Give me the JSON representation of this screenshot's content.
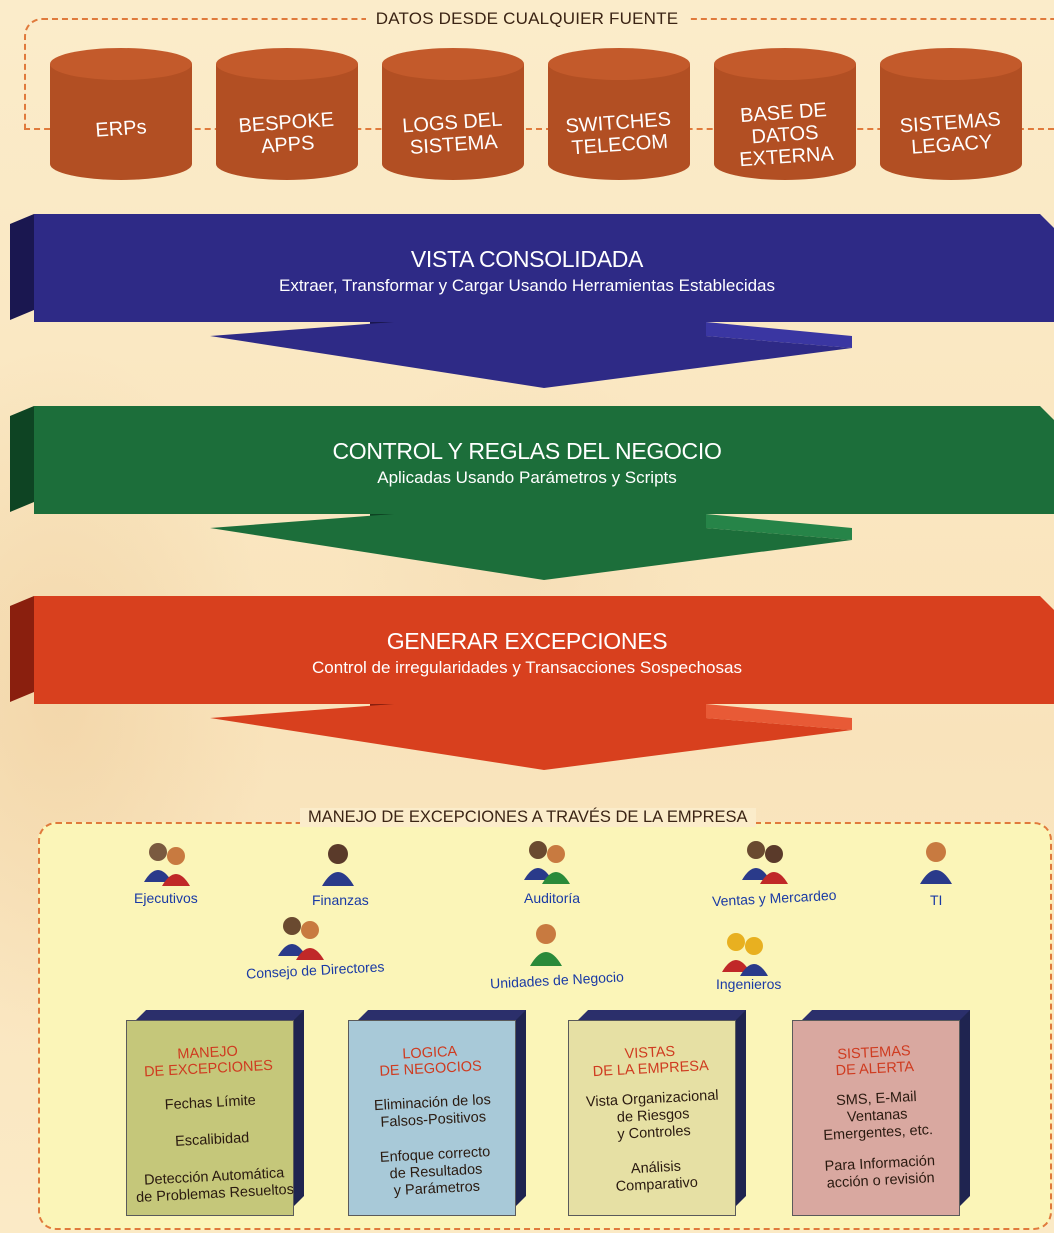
{
  "sources": {
    "title": "DATOS DESDE CUALQUIER FUENTE",
    "items": [
      {
        "label": "ERPs"
      },
      {
        "label": "BESPOKE\nAPPS"
      },
      {
        "label": "LOGS DEL\nSISTEMA"
      },
      {
        "label": "SWITCHES\nTELECOM"
      },
      {
        "label": "BASE DE\nDATOS\nEXTERNA"
      },
      {
        "label": "SISTEMAS\nLEGACY"
      }
    ]
  },
  "arrows": [
    {
      "title": "VISTA CONSOLIDADA",
      "subtitle": "Extraer, Transformar y Cargar Usando Herramientas Establecidas",
      "color": "#2e2a86",
      "dark": "#1a1750"
    },
    {
      "title": "CONTROL Y REGLAS DEL NEGOCIO",
      "subtitle": "Aplicadas Usando Parámetros  y Scripts",
      "color": "#1c6e3a",
      "dark": "#0e4423"
    },
    {
      "title": "GENERAR EXCEPCIONES",
      "subtitle": "Control de irregularidades y Transacciones Sospechosas",
      "color": "#d8401e",
      "dark": "#8a1f0e"
    }
  ],
  "enterprise": {
    "title": "MANEJO DE EXCEPCIONES A TRAVÉS DE LA EMPRESA",
    "roles": [
      {
        "label": "Ejecutivos"
      },
      {
        "label": "Finanzas"
      },
      {
        "label": "Auditoría"
      },
      {
        "label": "Ventas y Mercardeo"
      },
      {
        "label": "TI"
      },
      {
        "label": "Consejo de Directores"
      },
      {
        "label": "Unidades de Negocio"
      },
      {
        "label": "Ingenieros"
      }
    ],
    "cards": [
      {
        "title": "MANEJO\nDE EXCEPCIONES",
        "items": [
          "Fechas Límite",
          "Escalibidad",
          "Detección Automática\nde Problemas Resueltos"
        ],
        "color": "#c5c77a"
      },
      {
        "title": "LOGICA\nDE NEGOCIOS",
        "items": [
          "Eliminación de los\nFalsos-Positivos",
          "Enfoque correcto\nde Resultados\ny Parámetros"
        ],
        "color": "#a8c9d8"
      },
      {
        "title": "VISTAS\nDE LA EMPRESA",
        "items": [
          "Vista Organizacional\nde Riesgos\ny Controles",
          "Análisis\nComparativo"
        ],
        "color": "#e6e0a4"
      },
      {
        "title": "SISTEMAS\nDE ALERTA",
        "items": [
          "SMS, E-Mail\nVentanas\nEmergentes, etc.",
          "Para Información\nacción o revisión"
        ],
        "color": "#d9a8a0"
      }
    ]
  }
}
